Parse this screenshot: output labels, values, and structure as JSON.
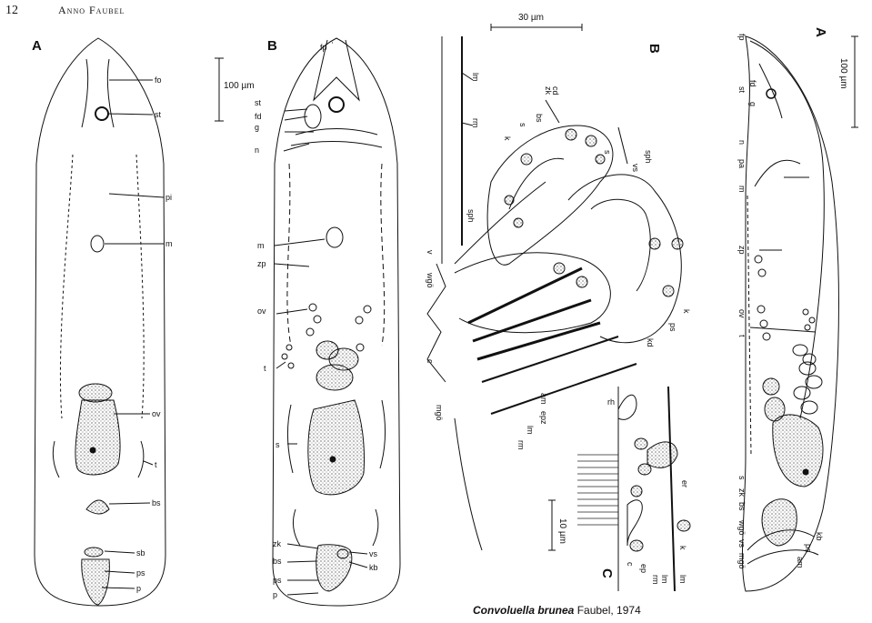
{
  "header": {
    "page_number": "12",
    "author": "Anno Faubel"
  },
  "caption": {
    "species": "Convoluella brunea",
    "authority": " Faubel, 1974"
  },
  "panels": {
    "A_left": {
      "letter": "A",
      "scale": "100 µm",
      "labels": [
        "fo",
        "st",
        "pi",
        "m",
        "ov",
        "t",
        "bs",
        "sb",
        "ps",
        "p"
      ]
    },
    "B_mid": {
      "letter": "B",
      "labels": [
        "fp",
        "st",
        "fd",
        "g",
        "n",
        "m",
        "zp",
        "ov",
        "t",
        "s",
        "zk",
        "bs",
        "ps",
        "p",
        "vs",
        "kb"
      ]
    },
    "B_detail": {
      "letter": "B",
      "scale": "30 µm",
      "labels": [
        "lm",
        "rm",
        "cd",
        "zk",
        "bs",
        "s",
        "k",
        "sph",
        "s",
        "vs",
        "sph",
        "v",
        "wgö",
        "c",
        "mgö",
        "k",
        "ps",
        "kd",
        "am",
        "epz",
        "lm",
        "rm"
      ]
    },
    "C_detail": {
      "letter": "C",
      "scale": "10 µm",
      "labels": [
        "rh",
        "er",
        "k",
        "ep",
        "c",
        "rm",
        "lm",
        "lm"
      ]
    },
    "A_right": {
      "letter": "A",
      "scale": "100 µm",
      "labels": [
        "fp",
        "fd",
        "st",
        "g",
        "n",
        "pa",
        "m",
        "zp",
        "ov",
        "t",
        "s",
        "zk",
        "bs",
        "wgö",
        "vs",
        "mgö",
        "kb",
        "ps",
        "am"
      ]
    }
  }
}
